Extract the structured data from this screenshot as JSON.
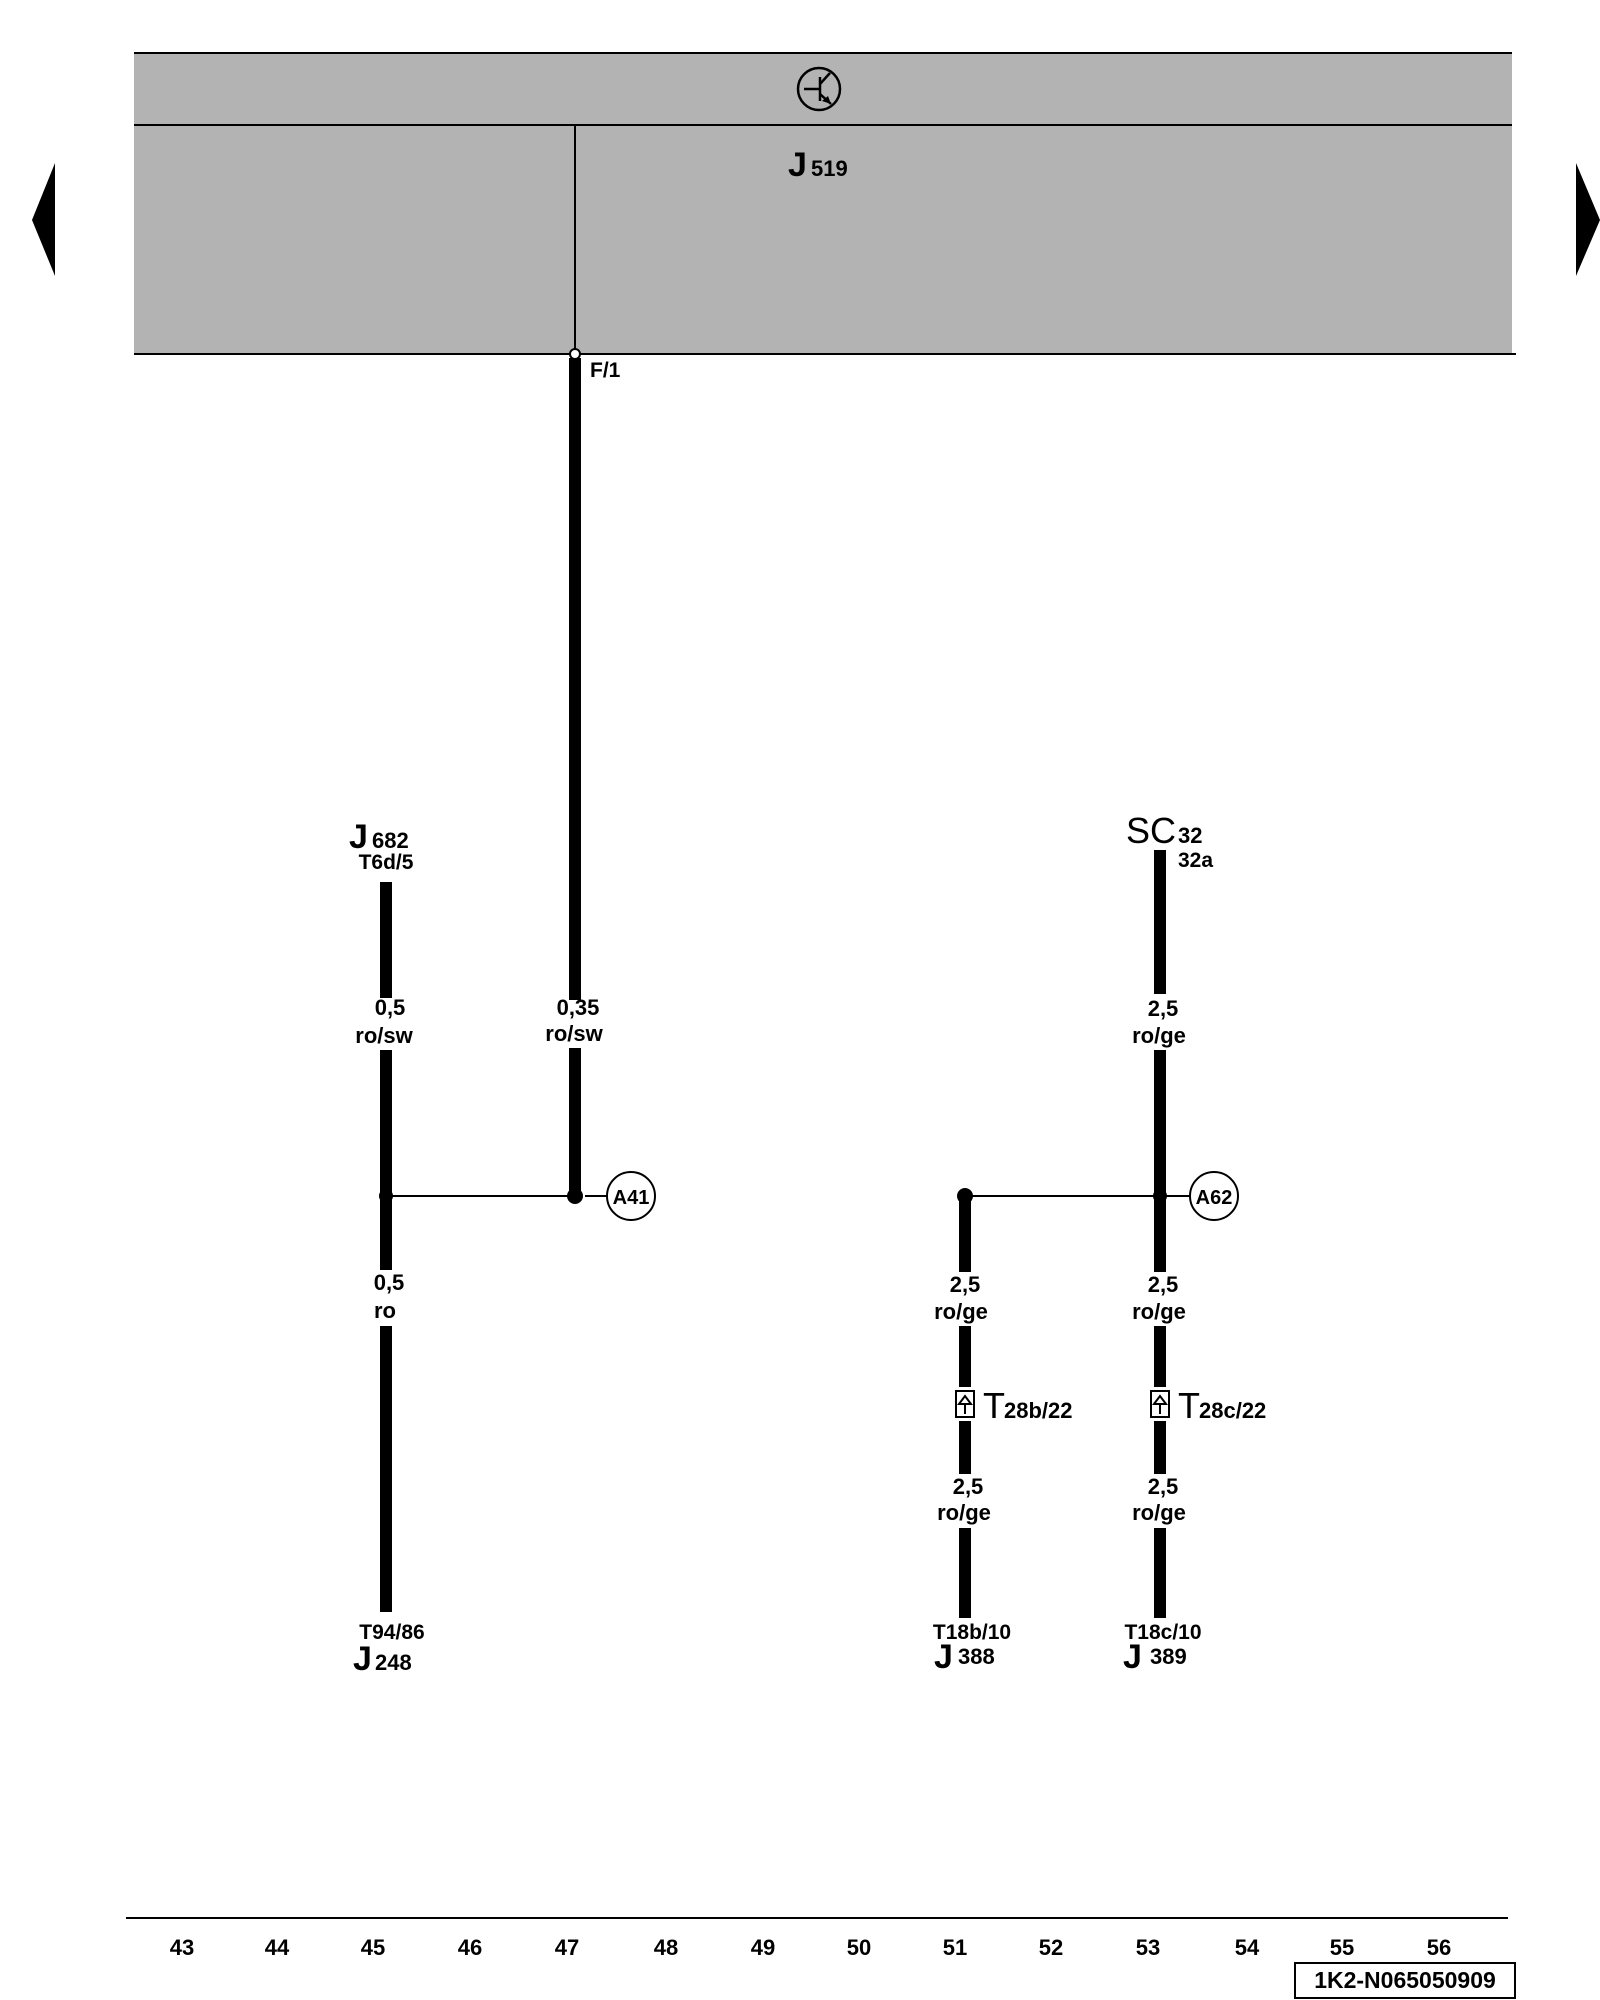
{
  "header": {
    "component": "J",
    "component_sub": "519",
    "pin": "F/1"
  },
  "navigation": {
    "prev_icon": "triangle-left-icon",
    "next_icon": "triangle-right-icon"
  },
  "components": {
    "j682": {
      "letter": "J",
      "sub": "682",
      "pin": "T6d/5"
    },
    "sc32": {
      "letter": "SC",
      "sub": "32",
      "pin": "32a"
    },
    "j248": {
      "letter": "J",
      "sub": "248",
      "pin": "T94/86"
    },
    "j388": {
      "letter": "J",
      "sub": "388",
      "pin": "T18b/10"
    },
    "j389": {
      "letter": "J",
      "sub": "389",
      "pin": "T18c/10"
    }
  },
  "wires": {
    "w45_top": {
      "size": "0,5",
      "color": "ro/sw"
    },
    "w47": {
      "size": "0,35",
      "color": "ro/sw"
    },
    "w45_bottom": {
      "size": "0,5",
      "color": "ro"
    },
    "w53_top": {
      "size": "2,5",
      "color": "ro/ge"
    },
    "w51_mid": {
      "size": "2,5",
      "color": "ro/ge"
    },
    "w53_mid": {
      "size": "2,5",
      "color": "ro/ge"
    },
    "w51_low": {
      "size": "2,5",
      "color": "ro/ge"
    },
    "w53_low": {
      "size": "2,5",
      "color": "ro/ge"
    }
  },
  "connections": {
    "a41": "A41",
    "a62": "A62"
  },
  "connectors": {
    "t28b": {
      "letter": "T",
      "sub": "28b/22"
    },
    "t28c": {
      "letter": "T",
      "sub": "28c/22"
    }
  },
  "scale": [
    "43",
    "44",
    "45",
    "46",
    "47",
    "48",
    "49",
    "50",
    "51",
    "52",
    "53",
    "54",
    "55",
    "56"
  ],
  "doc_code": "1K2-N065050909"
}
